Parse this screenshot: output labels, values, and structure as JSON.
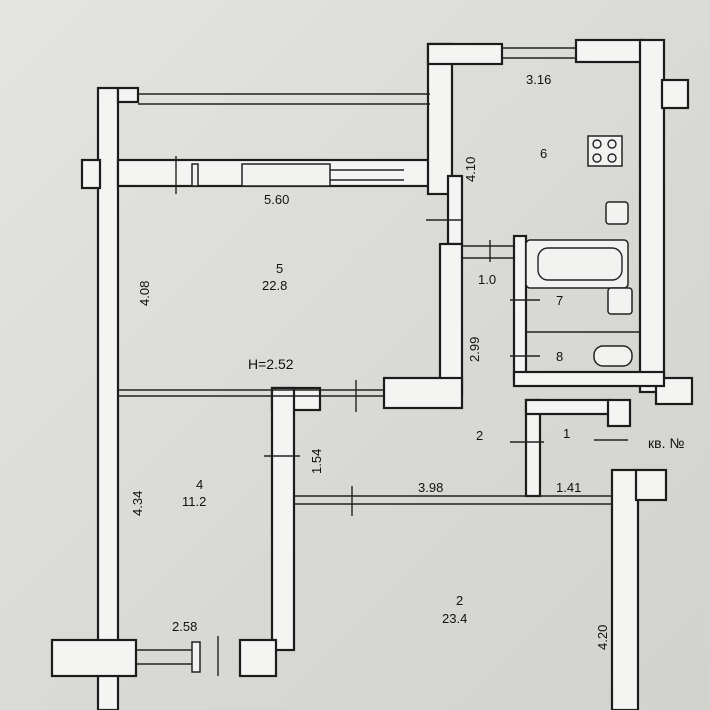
{
  "rooms": [
    {
      "id": "room-5",
      "number": "5",
      "area": "22.8"
    },
    {
      "id": "room-4",
      "number": "4",
      "area": "11.2"
    },
    {
      "id": "room-2-large",
      "number": "2",
      "area": "23.4"
    },
    {
      "id": "room-2-hall",
      "number": "2"
    },
    {
      "id": "room-1",
      "number": "1"
    },
    {
      "id": "room-6",
      "number": "6"
    },
    {
      "id": "room-7",
      "number": "7"
    },
    {
      "id": "room-8",
      "number": "8"
    }
  ],
  "dimensions": {
    "kitchen_width": "3.16",
    "kitchen_length": "4.10",
    "room5_width": "5.60",
    "room5_length": "4.08",
    "hall_width": "1.0",
    "hall_length": "2.99",
    "ceiling_height": "H=2.52",
    "corridor_width": "1.54",
    "room4_length": "4.34",
    "corridor_length": "3.98",
    "entry_width": "1.41",
    "room4_width": "2.58",
    "room2_length": "4.20"
  },
  "apartment_label": "кв. №"
}
